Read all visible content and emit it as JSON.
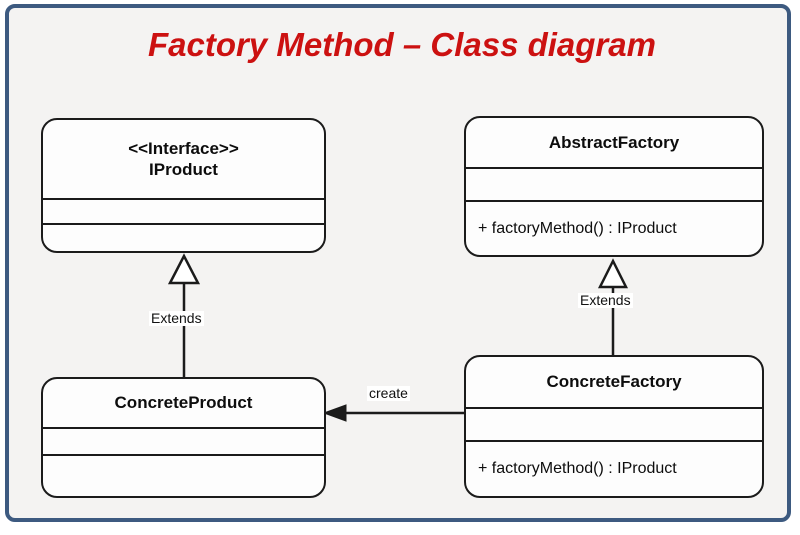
{
  "diagram": {
    "title": "Factory Method – Class diagram",
    "title_color": "#cc1111",
    "frame_border_color": "#3d5a80",
    "canvas_color": "#f4f3f2",
    "classes": [
      {
        "id": "iproduct",
        "stereotype": "<<Interface>>",
        "name": "IProduct",
        "attributes": "",
        "operations": ""
      },
      {
        "id": "abstractfactory",
        "stereotype": "",
        "name": "AbstractFactory",
        "attributes": "",
        "operations": "+ factoryMethod() : IProduct"
      },
      {
        "id": "concreteproduct",
        "stereotype": "",
        "name": "ConcreteProduct",
        "attributes": "",
        "operations": ""
      },
      {
        "id": "concretefactory",
        "stereotype": "",
        "name": "ConcreteFactory",
        "attributes": "",
        "operations": "+ factoryMethod() : IProduct"
      }
    ],
    "relationships": [
      {
        "id": "rel-extends-product",
        "type": "generalization",
        "label": "Extends",
        "from": "ConcreteProduct",
        "to": "IProduct"
      },
      {
        "id": "rel-extends-factory",
        "type": "generalization",
        "label": "Extends",
        "from": "ConcreteFactory",
        "to": "AbstractFactory"
      },
      {
        "id": "rel-create",
        "type": "dependency",
        "label": "create",
        "from": "ConcreteFactory",
        "to": "ConcreteProduct"
      }
    ]
  }
}
